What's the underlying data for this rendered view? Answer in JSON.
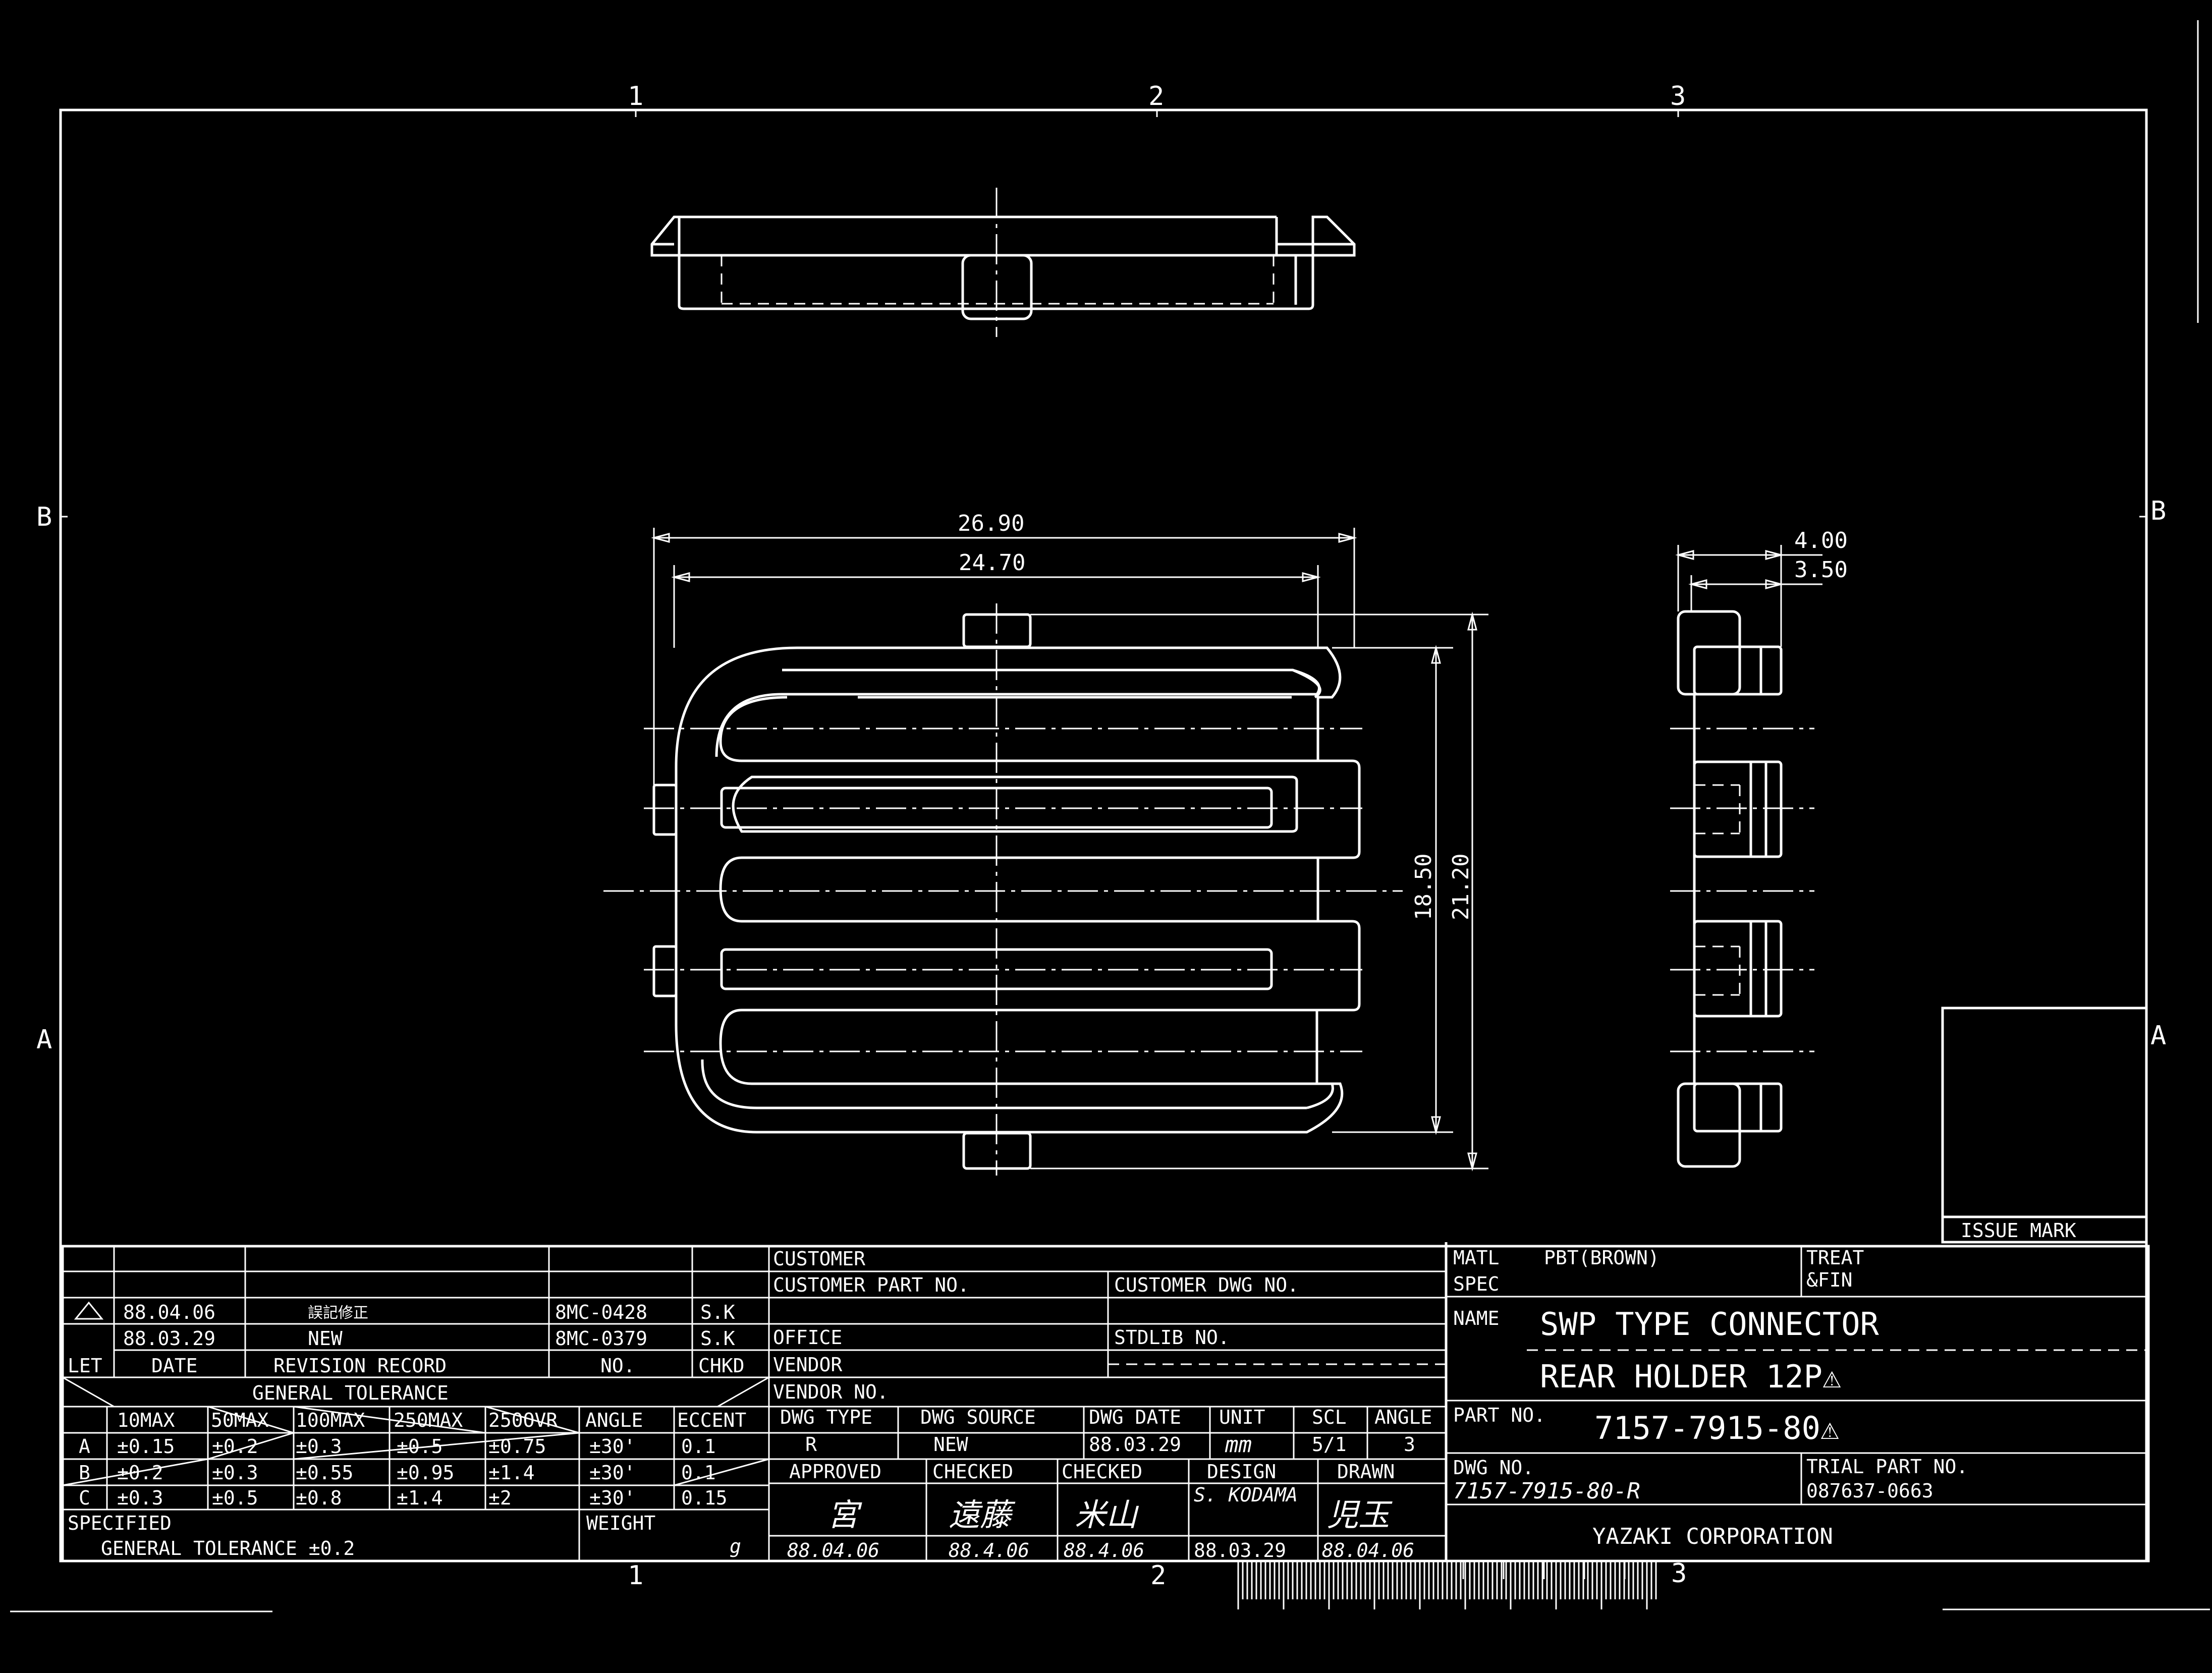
{
  "zones": {
    "top": [
      "1",
      "2",
      "3"
    ],
    "side": [
      "B",
      "A"
    ],
    "bottom": [
      "1",
      "2",
      "3"
    ]
  },
  "dimensions": {
    "w1": "26.90",
    "w2": "24.70",
    "h1": "18.50",
    "h2": "21.20",
    "s1": "4.00",
    "s2": "3.50"
  },
  "issue_mark": "ISSUE MARK",
  "revisions": {
    "rows": [
      {
        "let": "⚠",
        "date": "88.04.06",
        "record": "誤記修正",
        "no": "8MC-0428",
        "chkd": "S.K"
      },
      {
        "let": "",
        "date": "88.03.29",
        "record": "NEW",
        "no": "8MC-0379",
        "chkd": "S.K"
      }
    ],
    "headers": {
      "let": "LET",
      "date": "DATE",
      "record": "REVISION RECORD",
      "no": "NO.",
      "chkd": "CHKD"
    }
  },
  "tolerance": {
    "title": "GENERAL TOLERANCE",
    "cols": [
      "10MAX",
      "50MAX",
      "100MAX",
      "250MAX",
      "250OVR",
      "ANGLE",
      "ECCENT"
    ],
    "rows": [
      {
        "grade": "A",
        "values": [
          "±0.15",
          "±0.2",
          "±0.3",
          "±0.5",
          "±0.75",
          "±30'",
          "0.1"
        ]
      },
      {
        "grade": "B",
        "values": [
          "±0.2",
          "±0.3",
          "±0.55",
          "±0.95",
          "±1.4",
          "±30'",
          "0.1"
        ]
      },
      {
        "grade": "C",
        "values": [
          "±0.3",
          "±0.5",
          "±0.8",
          "±1.4",
          "±2",
          "±30'",
          "0.15"
        ]
      }
    ],
    "specified_label": "SPECIFIED",
    "specified_value": "GENERAL TOLERANCE ±0.2",
    "weight_label": "WEIGHT",
    "weight_unit": "g"
  },
  "customer": {
    "customer": "CUSTOMER",
    "customer_part_no": "CUSTOMER PART NO.",
    "customer_dwg_no": "CUSTOMER DWG NO.",
    "office": "OFFICE",
    "stdlib_no": "STDLIB NO.",
    "vendor": "VENDOR",
    "vendor_no": "VENDOR NO."
  },
  "dwg_info": {
    "labels": [
      "DWG TYPE",
      "DWG SOURCE",
      "DWG DATE",
      "UNIT",
      "SCL",
      "ANGLE"
    ],
    "values": [
      "R",
      "NEW",
      "88.03.29",
      "mm",
      "5/1",
      "3"
    ]
  },
  "approvals": {
    "labels": [
      "APPROVED",
      "CHECKED",
      "CHECKED",
      "DESIGN",
      "DRAWN"
    ],
    "signatures": [
      "宮",
      "遠藤",
      "米山",
      "S. KODAMA",
      "児玉"
    ],
    "dates": [
      "88.04.06",
      "88.4.06",
      "88.4.06",
      "88.03.29",
      "88.04.06"
    ]
  },
  "title_block": {
    "matl_label": "MATL",
    "spec_label": "SPEC",
    "matl": "PBT(BROWN)",
    "treat_label": "TREAT",
    "fin_label": "&FIN",
    "name_label": "NAME",
    "name_line1": "SWP TYPE CONNECTOR",
    "name_line2": "REAR HOLDER 12P⚠",
    "part_no_label": "PART NO.",
    "part_no": "7157-7915-80⚠",
    "dwg_no_label": "DWG NO.",
    "dwg_no": "7157-7915-80-R",
    "trial_label": "TRIAL PART NO.",
    "trial_no": "087637-0663",
    "company": "YAZAKI CORPORATION"
  }
}
